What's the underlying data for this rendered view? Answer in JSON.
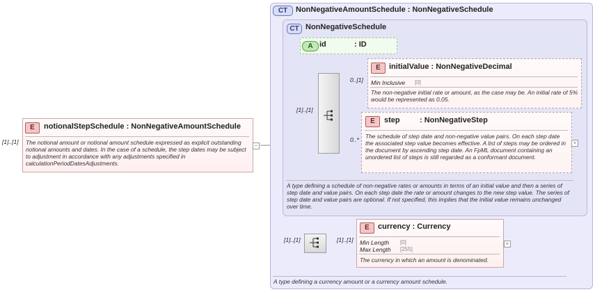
{
  "outer_type": {
    "badge": "CT",
    "title": "NonNegativeAmountSchedule : NonNegativeSchedule",
    "doc": "A type defining a currency amount or a currency amount schedule."
  },
  "inner_type": {
    "badge": "CT",
    "title": "NonNegativeSchedule",
    "doc": "A type defining a schedule of non-negative rates or amounts in terms of an initial value and then a series of step date and value pairs. On each step date the rate or amount changes to the new step value. The series of step date and value pairs are optional. If not specified, this implies that the initial value remains unchanged over time."
  },
  "attribute_id": {
    "badge": "A",
    "name": "id",
    "type": ": ID"
  },
  "root_element": {
    "badge": "E",
    "multiplicity": "[1]..[1]",
    "title": "notionalStepSchedule : NonNegativeAmountSchedule",
    "doc": "The notional amount or notional amount schedule expressed as explicit outstanding notional amounts and dates. In the case of a schedule, the step dates may be subject to adjustment in accordance with any adjustments specified in calculationPeriodDatesAdjustments."
  },
  "sequence_inner": {
    "multiplicity": "[1]..[1]"
  },
  "initial_value": {
    "badge": "E",
    "multiplicity": "0..[1]",
    "title": "initialValue : NonNegativeDecimal",
    "facet_label": "Min Inclusive",
    "facet_value": "[0]",
    "doc": "The non-negative initial rate or amount, as the case may be. An initial rate of 5% would be represented as 0.05."
  },
  "step": {
    "badge": "E",
    "multiplicity": "0..*",
    "title_name": "step",
    "title_type": ": NonNegativeStep",
    "doc": "The schedule of step date and non-negative value pairs. On each step date the associated step value becomes effective. A list of steps may be ordered in the document by ascending step date. An FpML document containing an unordered list of steps is still regarded as a conformant document."
  },
  "sequence_outer": {
    "multiplicity_left": "[1]..[1]",
    "multiplicity_right": "[1]..[1]"
  },
  "currency": {
    "badge": "E",
    "title": "currency : Currency",
    "facet1_label": "Min Length",
    "facet1_value": "[0]",
    "facet2_label": "Max Length",
    "facet2_value": "[255]",
    "doc": "The currency in which an amount is denominated."
  },
  "expand_symbol": "+",
  "collapse_symbol": "−"
}
